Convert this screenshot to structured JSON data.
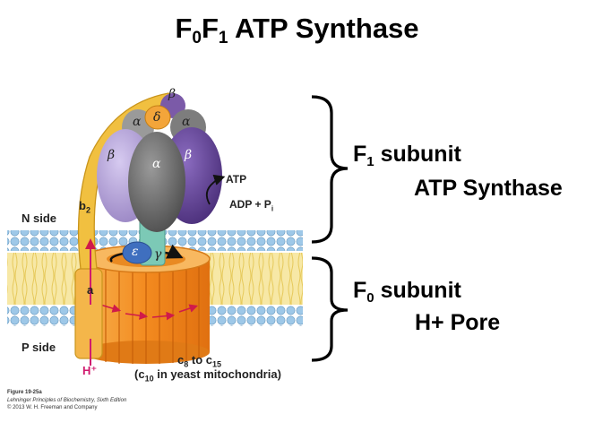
{
  "title": {
    "main": "ATP Synthase",
    "f0_prefix": "F",
    "f0_sub": "0",
    "f1_prefix": "F",
    "f1_sub": "1"
  },
  "f1": {
    "prefix": "F",
    "sub": "1",
    "line1": "subunit",
    "line2": "ATP Synthase"
  },
  "f0": {
    "prefix": "F",
    "sub": "0",
    "line1": "subunit",
    "line2": "H+ Pore"
  },
  "figure": {
    "n_side": "N side",
    "p_side": "P side",
    "b2": "b",
    "b2_sub": "2",
    "a": "a",
    "hplus": "H⁺",
    "atp": "ATP",
    "adp": "ADP + P",
    "adp_sub": "i",
    "c_ring_1": "c",
    "c_ring_1_sub": "8",
    "c_ring_2": "to c",
    "c_ring_2_sub": "15",
    "yeast_open": "(c",
    "yeast_sub": "10",
    "yeast_rest": "in yeast mitochondria)",
    "greek": {
      "beta_top": "β",
      "alpha_left": "α",
      "delta": "δ",
      "alpha_right": "α",
      "beta_left": "β",
      "alpha_center": "α",
      "beta_right": "β",
      "epsilon": "ε",
      "gamma": "γ"
    }
  },
  "credit": {
    "line1": "Figure 19-25a",
    "line2": "Lehninger Principles of Biochemistry, Sixth Edition",
    "line3": "© 2013 W. H. Freeman and Company"
  },
  "colors": {
    "membrane_heads": "#9ec8e8",
    "membrane_tails": "#f3e08c",
    "stalk_b2": "#f1c040",
    "c_ring": "#f59a2a",
    "alpha": "#6f6f6f",
    "beta": "#b8a8d8",
    "beta_dark": "#6b4d9a",
    "gamma": "#7cc9b6",
    "epsilon": "#3f6fbf",
    "hplus": "#d01a6e"
  }
}
